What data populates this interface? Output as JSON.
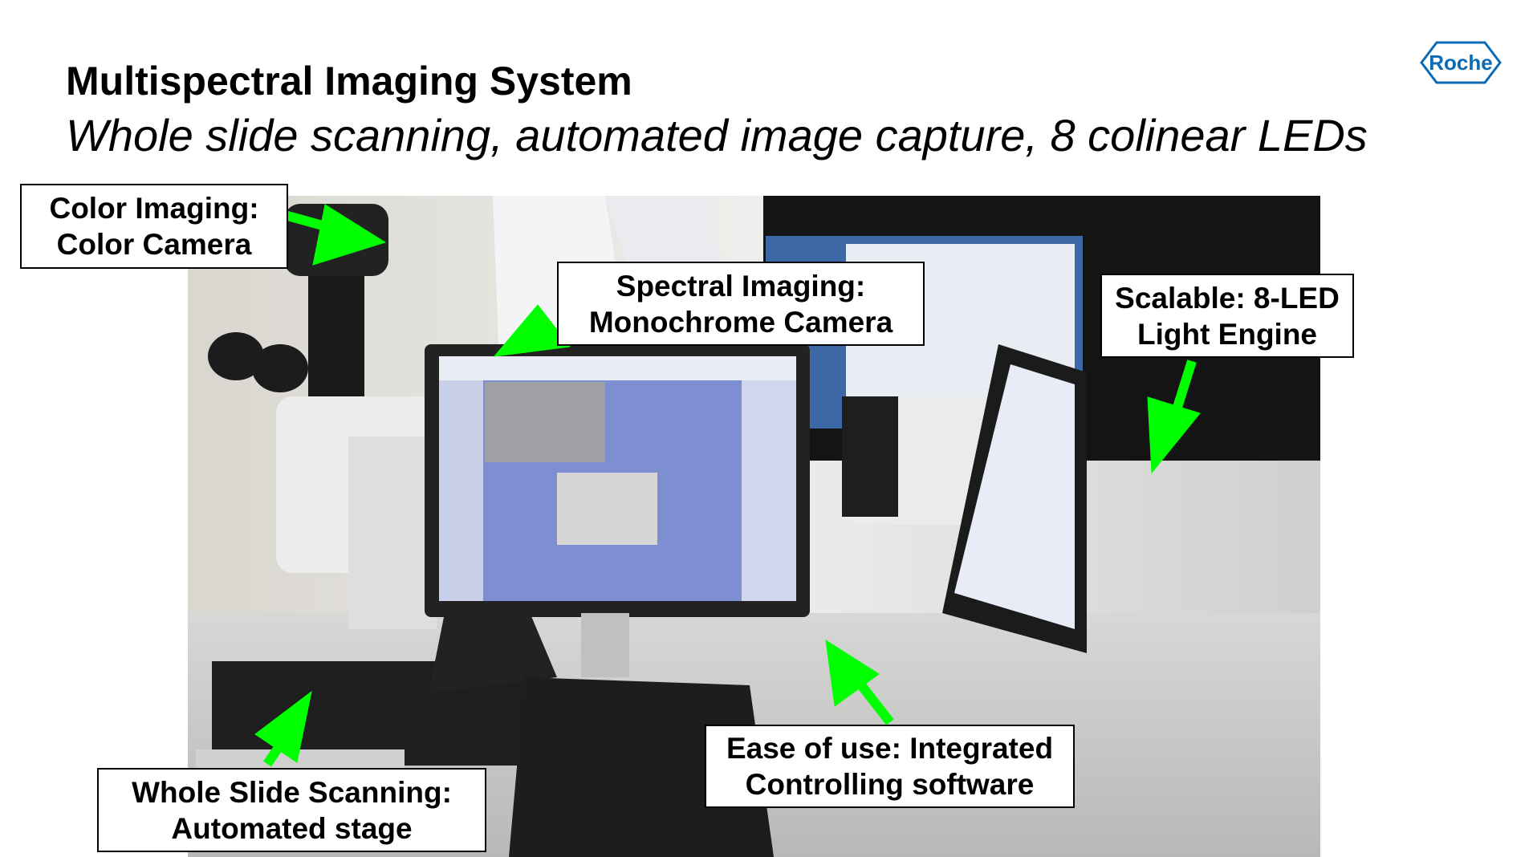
{
  "slide": {
    "title": "Multispectral Imaging System",
    "subtitle": "Whole slide scanning, automated image capture, 8 colinear LEDs",
    "logo_text": "Roche",
    "brand_color": "#0b6bb4",
    "arrow_color": "#00ff00"
  },
  "callouts": {
    "color_imaging": {
      "line1": "Color Imaging:",
      "line2": "Color Camera"
    },
    "spectral_imaging": {
      "line1": "Spectral Imaging:",
      "line2": "Monochrome Camera"
    },
    "light_engine": {
      "line1": "Scalable: 8-LED",
      "line2": "Light Engine"
    },
    "whole_slide": {
      "line1": "Whole Slide Scanning:",
      "line2": "Automated stage"
    },
    "software": {
      "line1": "Ease of use: Integrated",
      "line2": "Controlling software"
    }
  }
}
